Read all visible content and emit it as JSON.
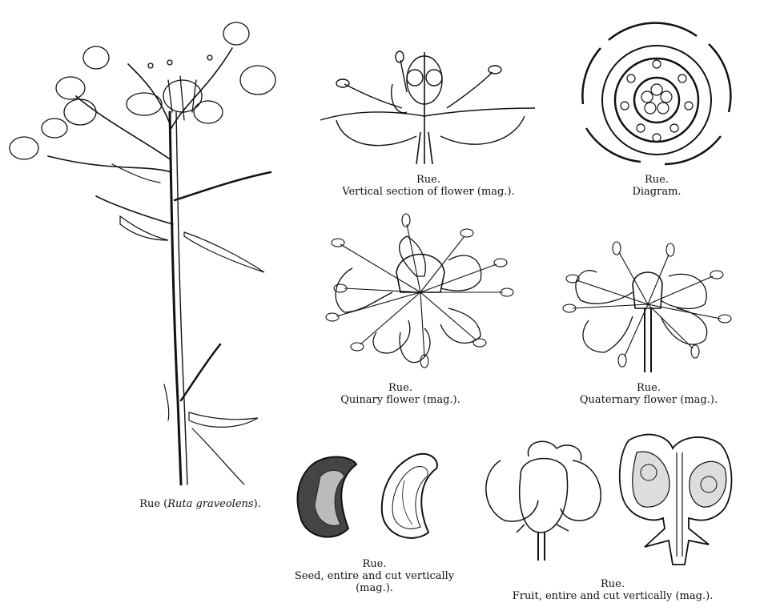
{
  "plate": {
    "plant": {
      "caption_prefix": "Rue (",
      "caption_italic": "Ruta graveolens",
      "caption_suffix": ")."
    },
    "vertical_section": {
      "title": "Rue.",
      "desc": "Vertical section of flower (mag.)."
    },
    "diagram": {
      "title": "Rue.",
      "desc": "Diagram."
    },
    "quinary": {
      "title": "Rue.",
      "desc": "Quinary flower (mag.)."
    },
    "quaternary": {
      "title": "Rue.",
      "desc": "Quaternary flower (mag.)."
    },
    "seed": {
      "title": "Rue.",
      "desc_line1": "Seed, entire and cut vertically",
      "desc_line2": "(mag.)."
    },
    "fruit": {
      "title": "Rue.",
      "desc": "Fruit, entire and cut vertically (mag.)."
    }
  },
  "colors": {
    "ink": "#111111",
    "paper": "#ffffff",
    "stipple": "#555555"
  }
}
